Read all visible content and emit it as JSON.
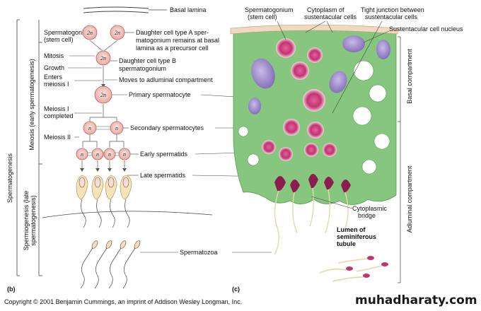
{
  "left_panel": {
    "panel_letter": "(b)",
    "top_labels": {
      "basal_lamina": "Basal lamina",
      "spermatogonium": "Spermatogonium",
      "stem_cell": "(stem cell)",
      "mitosis": "Mitosis",
      "growth": "Growth",
      "enters": "Enters",
      "meiosis_1": "meiosis I",
      "meiosis_1_completed_a": "Meiosis I",
      "meiosis_1_completed_b": "completed",
      "meiosis_2": "Meiosis II"
    },
    "right_labels": {
      "daughter_a_1": "Daughter cell type A sper-",
      "daughter_a_2": "matogonium remains at basal",
      "daughter_a_3": "lamina as a precursor cell",
      "daughter_b_1": "Daughter cell type B",
      "daughter_b_2": "spermatogonium",
      "moves": "Moves to adluminal compartment",
      "primary": "Primary spermatocyte",
      "secondary": "Secondary spermatocytes",
      "early": "Early spermatids",
      "late": "Late spermatids",
      "spermatozoa": "Spermatozoa"
    },
    "cell_labels": {
      "diploid": "2n",
      "haploid": "n"
    },
    "side_labels": {
      "spermatogenesis": "Spermatogenesis",
      "meiosis": "Meiosis (early spermatogenesis)",
      "spermiogenesis_1": "Spermiogenesis (late",
      "spermiogenesis_2": "spermatogenesis)"
    }
  },
  "right_panel": {
    "panel_letter": "(c)",
    "labels": {
      "spermatogonium_1": "Spermatogonium",
      "spermatogonium_2": "(stem cell)",
      "cytoplasm_1": "Cytoplasm of",
      "cytoplasm_2": "sustentacular cells",
      "tight_1": "Tight junction between",
      "tight_2": "sustentacular cells",
      "nucleus": "Sustentacular cell nucleus",
      "cyto_bridge_1": "Cytoplasmic",
      "cyto_bridge_2": "bridge",
      "lumen_1": "Lumen of",
      "lumen_2": "seminiferous",
      "lumen_3": "tubule",
      "basal_comp": "Basal compartment",
      "adluminal_comp": "Adluminal compartment"
    }
  },
  "footer": {
    "copyright": "Copyright © 2001 Benjamin Cummings, an imprint of Addison Wesley Longman, Inc.",
    "watermark": "muhadharaty.com"
  },
  "colors": {
    "cell_fill": "#f3c9c4",
    "cell_stroke": "#b5655e",
    "tissue_green": "#7fc47a",
    "nucleus_purple": "#9a86c6",
    "germ_pink": "#c8457d",
    "sperm_head": "#8b1e4f"
  }
}
